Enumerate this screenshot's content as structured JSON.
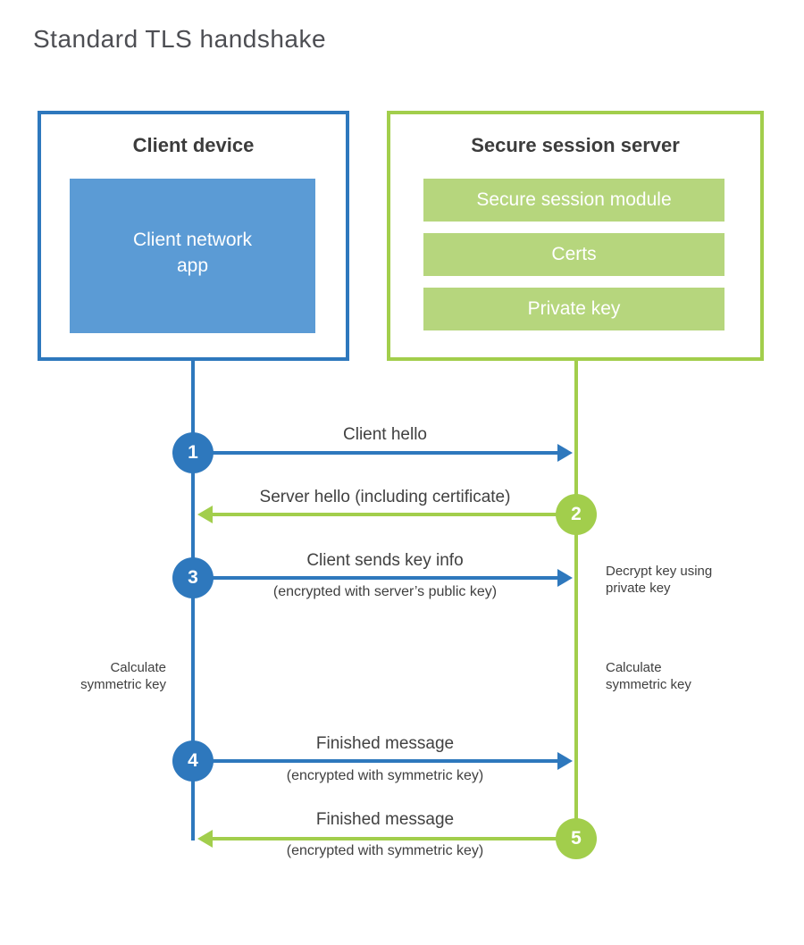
{
  "title": "Standard TLS handshake",
  "client": {
    "title": "Client device",
    "app": {
      "line1": "Client network",
      "line2": "app"
    }
  },
  "server": {
    "title": "Secure session server",
    "modules": [
      "Secure session module",
      "Certs",
      "Private key"
    ]
  },
  "steps": [
    {
      "num": "1",
      "actor": "client",
      "direction": "right",
      "label": "Client hello",
      "sublabel": ""
    },
    {
      "num": "2",
      "actor": "server",
      "direction": "left",
      "label": "Server hello (including certificate)",
      "sublabel": ""
    },
    {
      "num": "3",
      "actor": "client",
      "direction": "right",
      "label": "Client sends key info",
      "sublabel": "(encrypted with server’s public key)"
    },
    {
      "num": "4",
      "actor": "client",
      "direction": "right",
      "label": "Finished message",
      "sublabel": "(encrypted with symmetric key)"
    },
    {
      "num": "5",
      "actor": "server",
      "direction": "left",
      "label": "Finished message",
      "sublabel": "(encrypted with symmetric key)"
    }
  ],
  "annotations": {
    "decrypt": {
      "line1": "Decrypt key using",
      "line2": "private key"
    },
    "calculate_client": {
      "line1": "Calculate",
      "line2": "symmetric key"
    },
    "calculate_server": {
      "line1": "Calculate",
      "line2": "symmetric key"
    }
  },
  "colors": {
    "blue": "#2e78bd",
    "blue_fill": "#5b9bd5",
    "green": "#a2ce4c",
    "green_fill": "#b6d67d",
    "text": "#3f3f3f"
  }
}
